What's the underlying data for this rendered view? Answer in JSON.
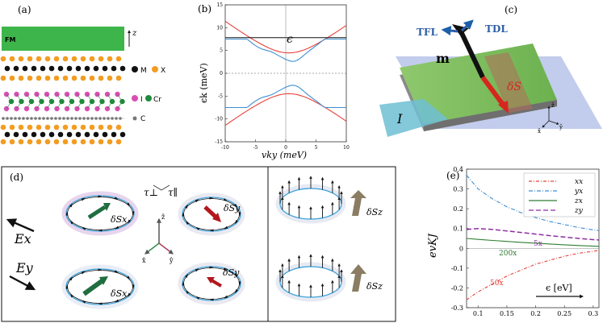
{
  "panel_a": {
    "label": "(a)",
    "fm_label": "FM",
    "z_label": "z",
    "legend": {
      "m_label": "M",
      "x_label": "X",
      "i_label": "I",
      "cr_label": "Cr",
      "c_label": "C"
    },
    "colors": {
      "fm": "#3db54a",
      "m_atom": "#111111",
      "x_atom": "#f39c21",
      "i_atom": "#d94eb2",
      "cr_atom": "#1f8a3a",
      "c_atom": "#777777"
    }
  },
  "panel_b": {
    "label": "(b)",
    "ylabel": "ϵk (meV)",
    "xlabel": "vky (meV)",
    "epsilon_label": "ϵ",
    "xticks": [
      "-10",
      "-5",
      "0",
      "5",
      "10"
    ],
    "yticks": [
      "15",
      "10",
      "5",
      "0",
      "-5",
      "-10",
      "-15"
    ],
    "colors": {
      "red": "#e8413a",
      "blue": "#3d8fd1"
    }
  },
  "panel_c": {
    "label": "(c)",
    "t_fl": "TFL",
    "t_dl": "TDL",
    "m_label": "m",
    "ds_label": "δS",
    "i_label": "I",
    "axes": {
      "x": "x̂",
      "y": "ŷ",
      "z": "ẑ"
    }
  },
  "panel_d": {
    "label": "(d)",
    "ex_label": "Ex",
    "ey_label": "Ey",
    "tau_perp": "τ⊥",
    "tau_par": "τ∥",
    "dsx_top": "δSx",
    "dsy_top": "δSy",
    "dsx_bot": "δSx",
    "dsy_bot": "δSy",
    "dsz_top": "δSz",
    "dsz_bot": "δSz",
    "axes": {
      "x": "x̂",
      "y": "ŷ",
      "z": "ẑ"
    }
  },
  "panel_e": {
    "label": "(e)",
    "ylabel": "evKJ",
    "xlabel": "ϵ [eV]",
    "annotations": [
      "5x",
      "200x",
      "50x"
    ],
    "chart_data": {
      "type": "line",
      "x": [
        0.08,
        0.1,
        0.125,
        0.15,
        0.175,
        0.2,
        0.225,
        0.25,
        0.275,
        0.3,
        0.31
      ],
      "series": [
        {
          "name": "xx",
          "color": "#e8413a",
          "values": [
            -0.26,
            -0.22,
            -0.18,
            -0.14,
            -0.11,
            -0.08,
            -0.06,
            -0.04,
            -0.025,
            -0.015,
            -0.01
          ]
        },
        {
          "name": "yx",
          "color": "#3d8fd1",
          "values": [
            0.37,
            0.3,
            0.25,
            0.21,
            0.18,
            0.155,
            0.135,
            0.12,
            0.105,
            0.093,
            0.09
          ]
        },
        {
          "name": "zx",
          "color": "#2e7d32",
          "values": [
            0.05,
            0.045,
            0.04,
            0.035,
            0.03,
            0.026,
            0.022,
            0.018,
            0.014,
            0.011,
            0.01
          ]
        },
        {
          "name": "zy",
          "color": "#8e2ea1",
          "values": [
            0.095,
            0.1,
            0.095,
            0.088,
            0.08,
            0.072,
            0.064,
            0.057,
            0.05,
            0.044,
            0.042
          ]
        }
      ],
      "xlim": [
        0.08,
        0.31
      ],
      "ylim": [
        -0.3,
        0.4
      ],
      "xticks": [
        "0.1",
        "0.15",
        "0.2",
        "0.25",
        "0.3"
      ],
      "yticks": [
        "0.4",
        "0.3",
        "0.2",
        "0.1",
        "0",
        "-0.1",
        "-0.2",
        "-0.3"
      ],
      "legend_position": "top-right"
    }
  }
}
